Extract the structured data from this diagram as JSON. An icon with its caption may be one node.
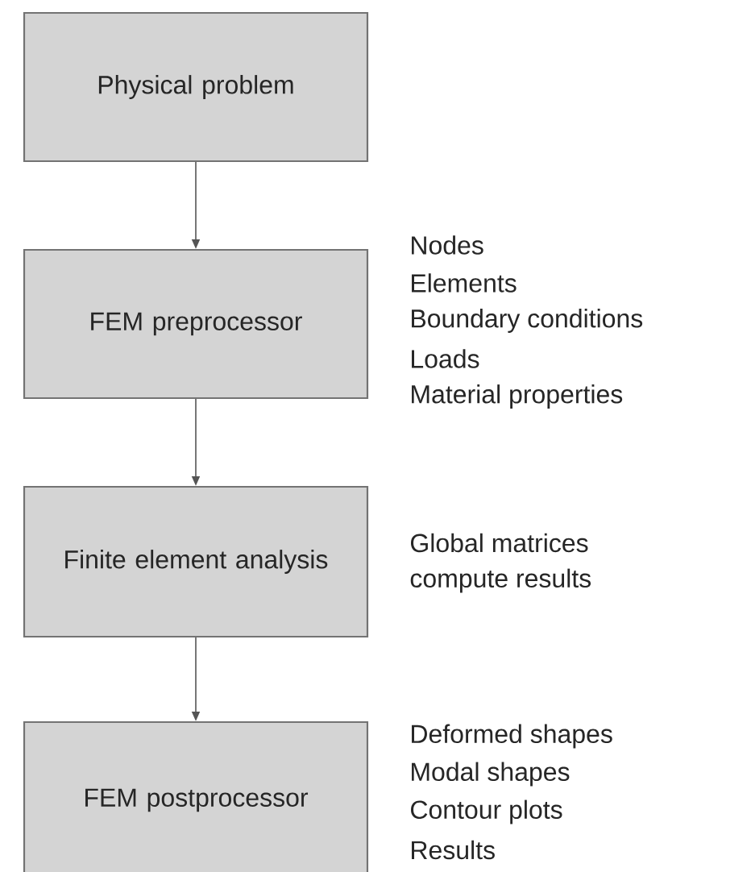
{
  "diagram": {
    "nodes": [
      {
        "text": [
          "Physical problem"
        ]
      },
      {
        "text": [
          "FEM preprocessor"
        ],
        "beside": [
          "Nodes",
          "Elements",
          "Boundary conditions",
          "Loads",
          "Material properties"
        ]
      },
      {
        "text": [
          "Finite element analysis"
        ],
        "beside": [
          "Global matrices",
          "compute results"
        ]
      },
      {
        "text": [
          "FEM postprocessor"
        ],
        "beside": [
          "Deformed shapes",
          "Modal shapes",
          "Contour plots",
          "Results"
        ]
      }
    ],
    "edges": [
      {
        "from": 0,
        "to": 1,
        "arrow": "to"
      },
      {
        "from": 1,
        "to": 2,
        "arrow": "to"
      },
      {
        "from": 2,
        "to": 3,
        "arrow": "to"
      }
    ]
  }
}
